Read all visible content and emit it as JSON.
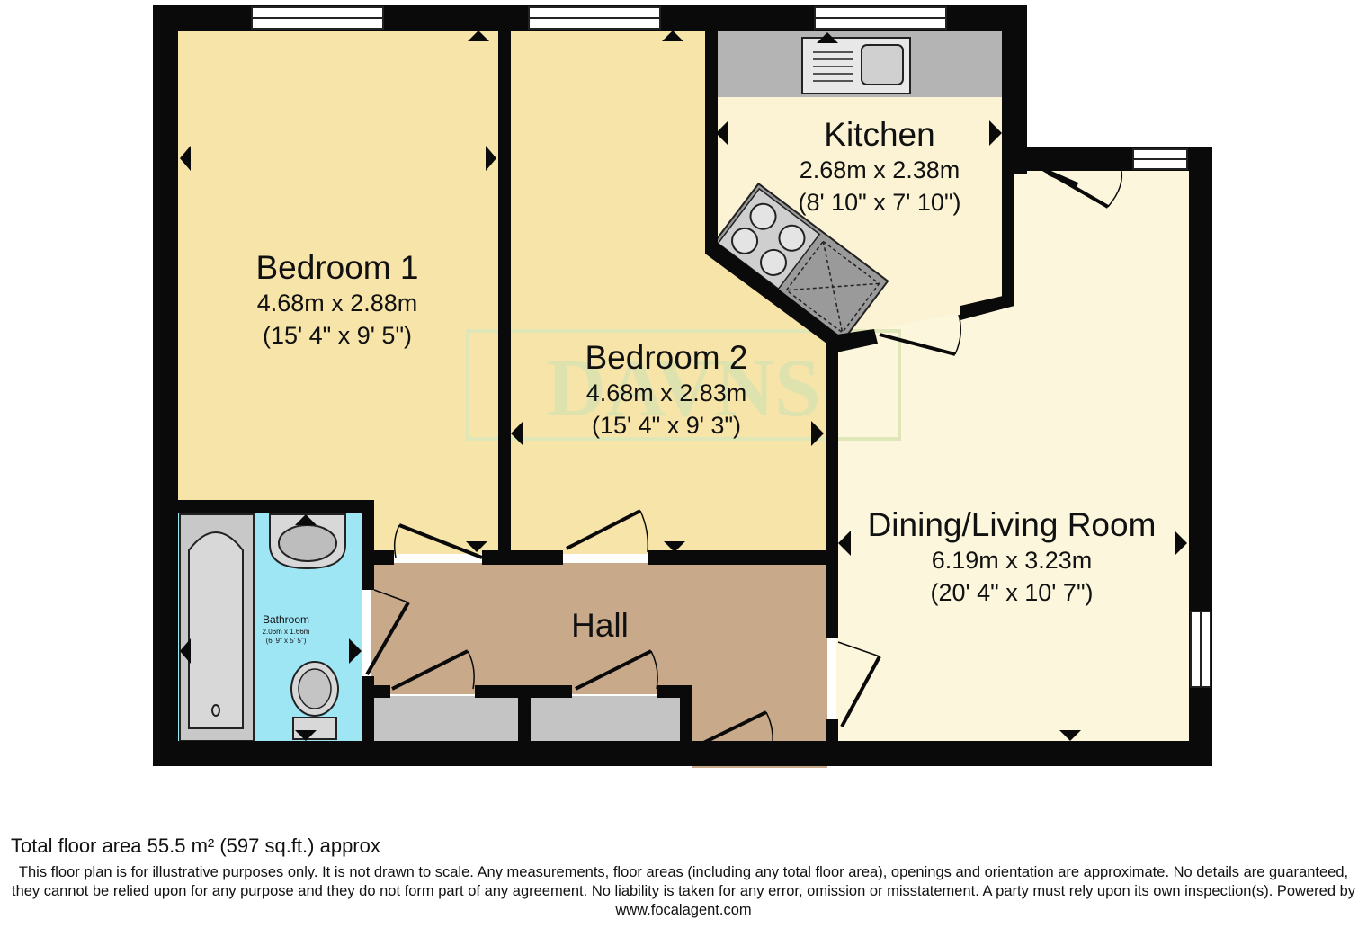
{
  "colors": {
    "wall": "#0a0a0a",
    "bedroom": "#f7e4a8",
    "kitchen": "#fbf3d4",
    "living": "#fcf6dc",
    "hall": "#c8a98a",
    "bathroom": "#9fe6f5",
    "counter": "#b4b4b4",
    "cupboard": "#c4c4c4",
    "watermark": "#d9e2b0"
  },
  "watermark": {
    "text": "DAVNS"
  },
  "rooms": {
    "bedroom1": {
      "name": "Bedroom 1",
      "metric": "4.68m x 2.88m",
      "imperial": "(15' 4\" x 9' 5\")"
    },
    "bedroom2": {
      "name": "Bedroom 2",
      "metric": "4.68m x 2.83m",
      "imperial": "(15' 4\" x 9' 3\")"
    },
    "kitchen": {
      "name": "Kitchen",
      "metric": "2.68m x 2.38m",
      "imperial": "(8' 10\" x 7' 10\")"
    },
    "living": {
      "name": "Dining/Living Room",
      "metric": "6.19m x 3.23m",
      "imperial": "(20' 4\" x 10' 7\")"
    },
    "hall": {
      "name": "Hall"
    },
    "bathroom": {
      "name": "Bathroom",
      "metric": "2.06m x 1.66m",
      "imperial": "(6' 9\" x 5' 5\")"
    }
  },
  "footer": {
    "area": "Total floor area 55.5 m² (597 sq.ft.) approx",
    "disclaimer": "This floor plan is for illustrative purposes only. It is not drawn to scale. Any measurements, floor areas (including any total floor area), openings and orientation are approximate. No details are guaranteed, they cannot be relied upon for any purpose and they do not form part of any agreement. No liability is taken for any error, omission or misstatement. A party must rely upon its own inspection(s). Powered by www.focalagent.com"
  }
}
